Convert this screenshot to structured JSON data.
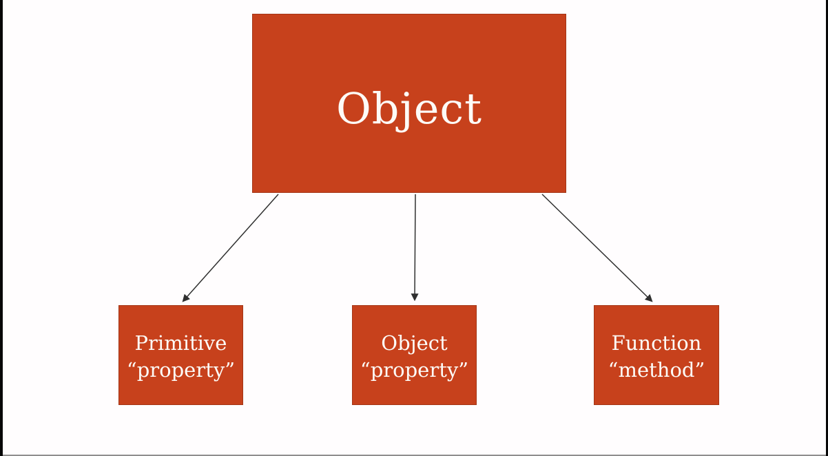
{
  "colors": {
    "box_fill": "#c7411c",
    "box_text": "#fdfbf7",
    "arrow": "#2f2f2f",
    "background": "#fffdfe",
    "edge_bar": "#070707"
  },
  "diagram": {
    "root": {
      "label": "Object"
    },
    "children": [
      {
        "title": "Primitive",
        "subtitle": "“property”"
      },
      {
        "title": "Object",
        "subtitle": "“property”"
      },
      {
        "title": "Function",
        "subtitle": "“method”"
      }
    ]
  }
}
